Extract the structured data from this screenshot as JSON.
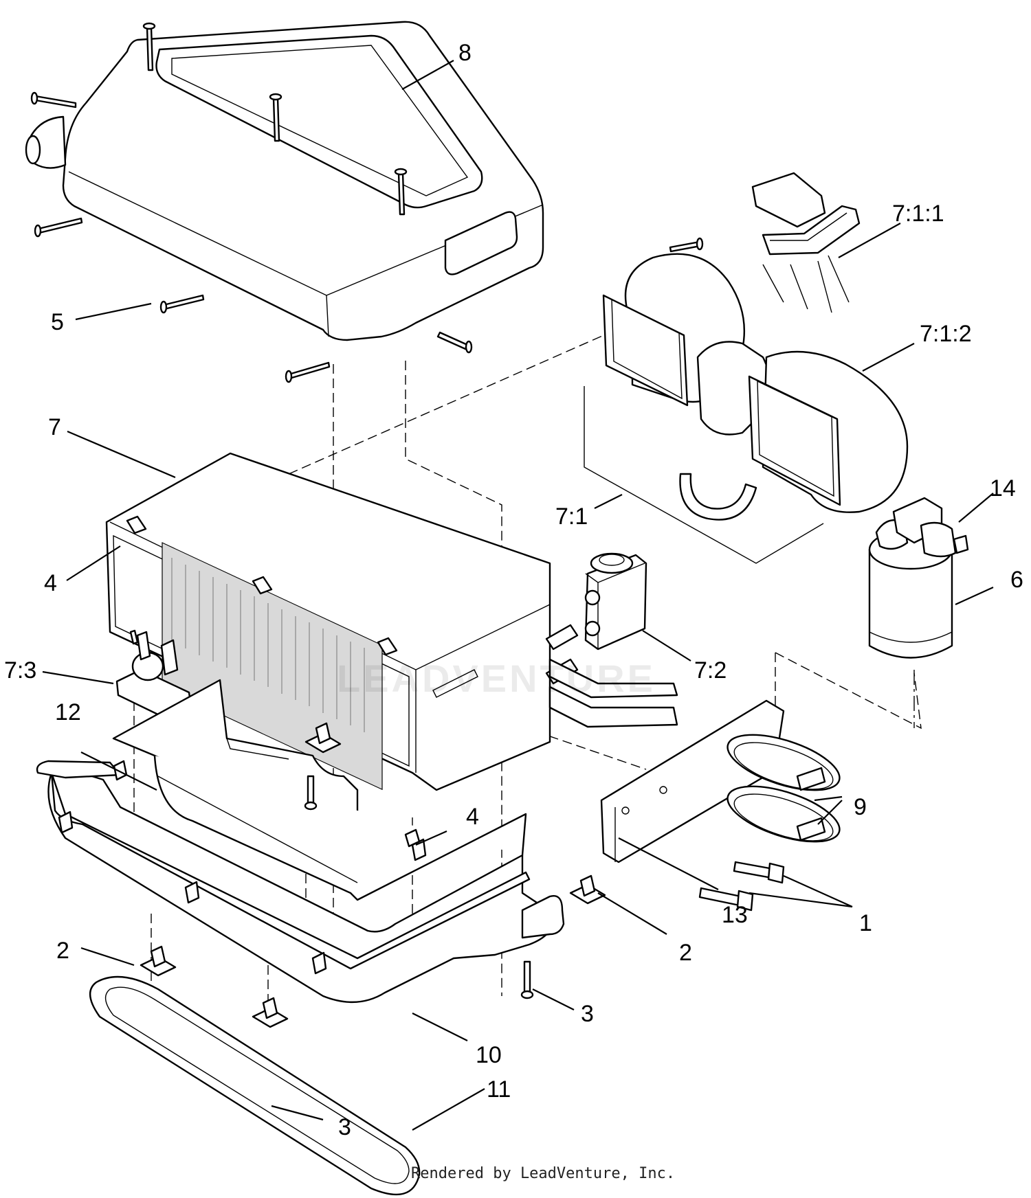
{
  "watermark": "LEADVENTURE",
  "credit": "Rendered by LeadVenture, Inc.",
  "labels": {
    "p8": "8",
    "p7_1_1": "7:1:1",
    "p7_1_2": "7:1:2",
    "p5": "5",
    "p7": "7",
    "p14": "14",
    "p7_1": "7:1",
    "p4a": "4",
    "p6": "6",
    "p7_2": "7:2",
    "p7_3": "7:3",
    "p12": "12",
    "p9": "9",
    "p4b": "4",
    "p13": "13",
    "p1": "1",
    "p2a": "2",
    "p2b": "2",
    "p3a": "3",
    "p10": "10",
    "p11": "11",
    "p3b": "3"
  }
}
